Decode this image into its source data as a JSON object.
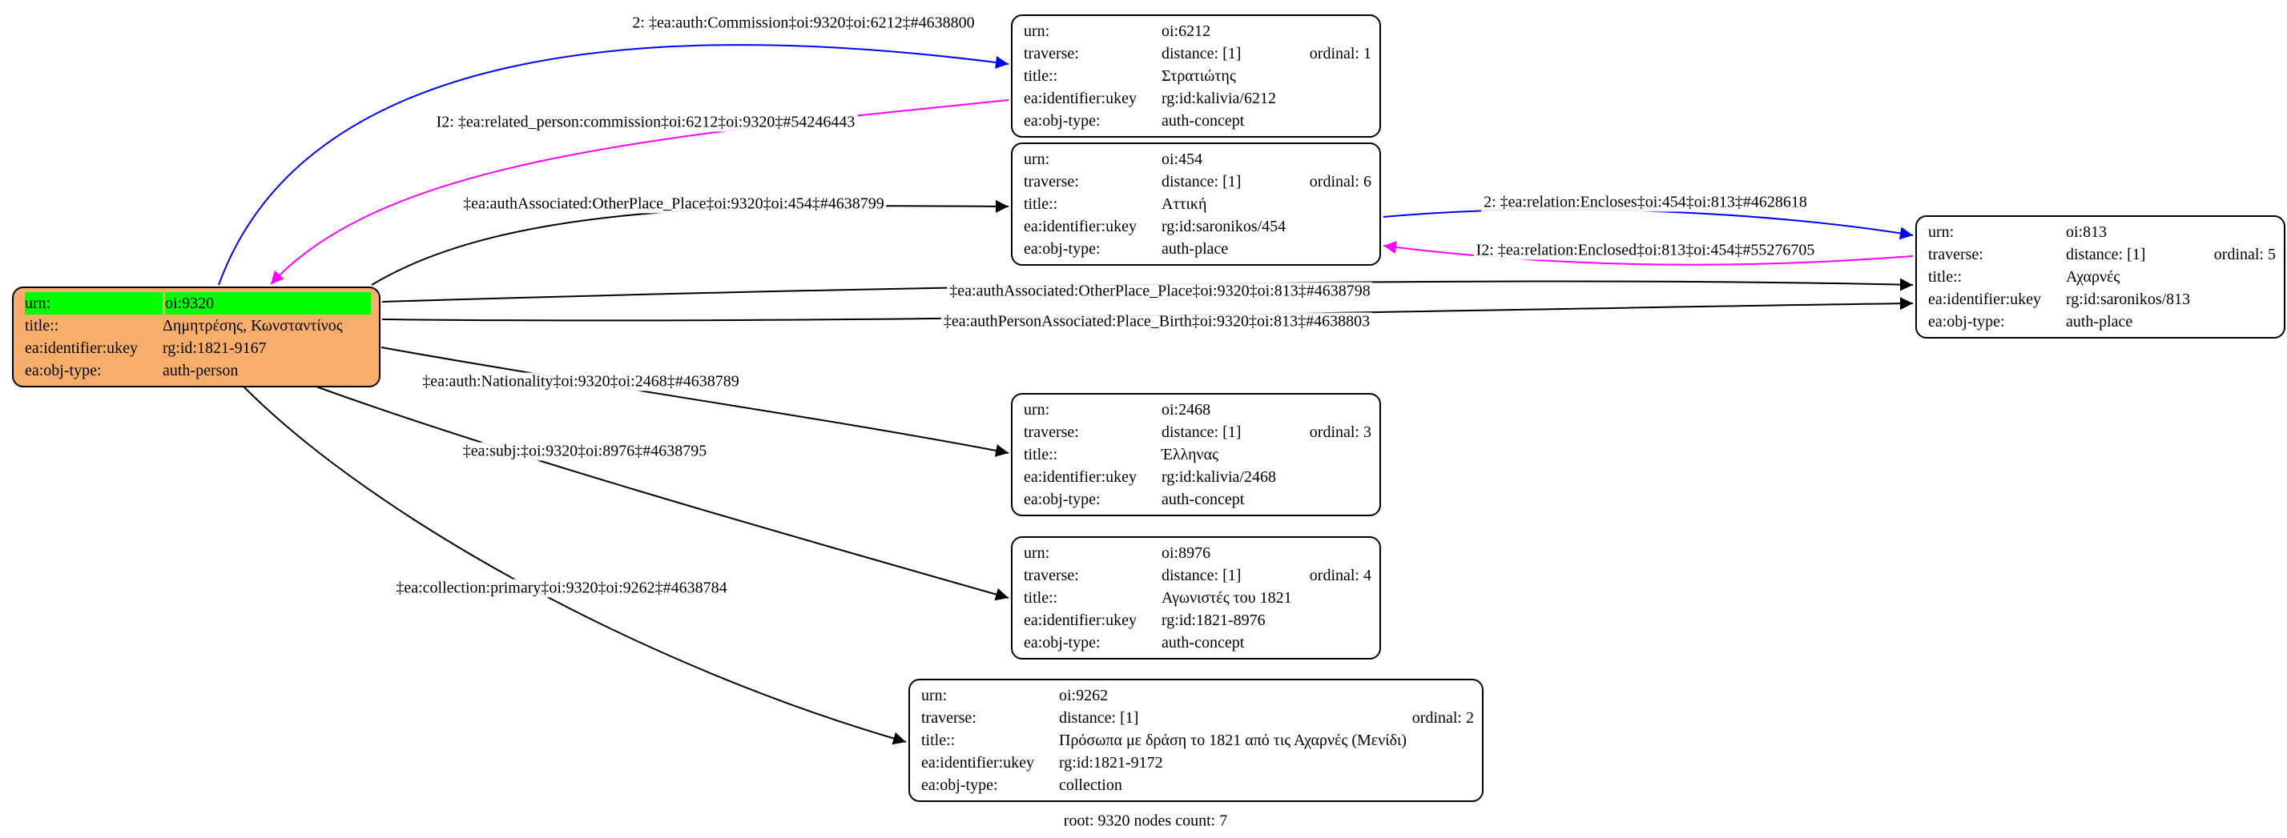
{
  "graph": {
    "caption": "root: 9320 nodes count: 7"
  },
  "colors": {
    "node_border": "#000000",
    "node_bg": "#ffffff",
    "text": "#000000",
    "root_bg": "#f6ae6a",
    "highlight_green": "#00ff00",
    "edge_black": "#000000",
    "edge_blue": "#0000ff",
    "edge_magenta": "#ff00ff"
  },
  "root_node": {
    "id": "oi:9320",
    "rows": [
      {
        "label": "urn:",
        "value": "oi:9320"
      },
      {
        "label": "title::",
        "value": "Δημητρέσης, Κωνσταντίνος"
      },
      {
        "label": "ea:identifier:ukey",
        "value": "rg:id:1821-9167"
      },
      {
        "label": "ea:obj-type:",
        "value": "auth-person"
      }
    ]
  },
  "nodes": [
    {
      "id": "oi:6212",
      "rows": [
        {
          "label": "urn:",
          "value": "oi:6212"
        },
        {
          "label": "traverse:",
          "value": "distance: [1]",
          "extra": "ordinal: 1"
        },
        {
          "label": "title::",
          "value": "Στρατιώτης"
        },
        {
          "label": "ea:identifier:ukey",
          "value": "rg:id:kalivia/6212"
        },
        {
          "label": "ea:obj-type:",
          "value": "auth-concept"
        }
      ]
    },
    {
      "id": "oi:454",
      "rows": [
        {
          "label": "urn:",
          "value": "oi:454"
        },
        {
          "label": "traverse:",
          "value": "distance: [1]",
          "extra": "ordinal: 6"
        },
        {
          "label": "title::",
          "value": "Αττική"
        },
        {
          "label": "ea:identifier:ukey",
          "value": "rg:id:saronikos/454"
        },
        {
          "label": "ea:obj-type:",
          "value": "auth-place"
        }
      ]
    },
    {
      "id": "oi:813",
      "rows": [
        {
          "label": "urn:",
          "value": "oi:813"
        },
        {
          "label": "traverse:",
          "value": "distance: [1]",
          "extra": "ordinal: 5"
        },
        {
          "label": "title::",
          "value": "Αχαρνές"
        },
        {
          "label": "ea:identifier:ukey",
          "value": "rg:id:saronikos/813"
        },
        {
          "label": "ea:obj-type:",
          "value": "auth-place"
        }
      ]
    },
    {
      "id": "oi:2468",
      "rows": [
        {
          "label": "urn:",
          "value": "oi:2468"
        },
        {
          "label": "traverse:",
          "value": "distance: [1]",
          "extra": "ordinal: 3"
        },
        {
          "label": "title::",
          "value": "Έλληνας"
        },
        {
          "label": "ea:identifier:ukey",
          "value": "rg:id:kalivia/2468"
        },
        {
          "label": "ea:obj-type:",
          "value": "auth-concept"
        }
      ]
    },
    {
      "id": "oi:8976",
      "rows": [
        {
          "label": "urn:",
          "value": "oi:8976"
        },
        {
          "label": "traverse:",
          "value": "distance: [1]",
          "extra": "ordinal: 4"
        },
        {
          "label": "title::",
          "value": "Αγωνιστές του 1821"
        },
        {
          "label": "ea:identifier:ukey",
          "value": "rg:id:1821-8976"
        },
        {
          "label": "ea:obj-type:",
          "value": "auth-concept"
        }
      ]
    },
    {
      "id": "oi:9262",
      "rows": [
        {
          "label": "urn:",
          "value": "oi:9262"
        },
        {
          "label": "traverse:",
          "value": "distance: [1]",
          "extra": "ordinal: 2"
        },
        {
          "label": "title::",
          "value": "Πρόσωπα με δράση το 1821 από τις Αχαρνές (Μενίδι)"
        },
        {
          "label": "ea:identifier:ukey",
          "value": "rg:id:1821-9172"
        },
        {
          "label": "ea:obj-type:",
          "value": "collection"
        }
      ]
    }
  ],
  "edges": [
    {
      "label": "2: ‡ea:auth:Commission‡oi:9320‡oi:6212‡#4638800",
      "color": "blue"
    },
    {
      "label": "I2: ‡ea:related_person:commission‡oi:6212‡oi:9320‡#54246443",
      "color": "magenta"
    },
    {
      "label": "‡ea:authAssociated:OtherPlace_Place‡oi:9320‡oi:454‡#4638799",
      "color": "black"
    },
    {
      "label": "2: ‡ea:relation:Encloses‡oi:454‡oi:813‡#4628618",
      "color": "blue"
    },
    {
      "label": "I2: ‡ea:relation:Enclosed‡oi:813‡oi:454‡#55276705",
      "color": "magenta"
    },
    {
      "label": "‡ea:authAssociated:OtherPlace_Place‡oi:9320‡oi:813‡#4638798",
      "color": "black"
    },
    {
      "label": "‡ea:authPersonAssociated:Place_Birth‡oi:9320‡oi:813‡#4638803",
      "color": "black"
    },
    {
      "label": "‡ea:auth:Nationality‡oi:9320‡oi:2468‡#4638789",
      "color": "black"
    },
    {
      "label": "‡ea:subj:‡oi:9320‡oi:8976‡#4638795",
      "color": "black"
    },
    {
      "label": "‡ea:collection:primary‡oi:9320‡oi:9262‡#4638784",
      "color": "black"
    }
  ]
}
